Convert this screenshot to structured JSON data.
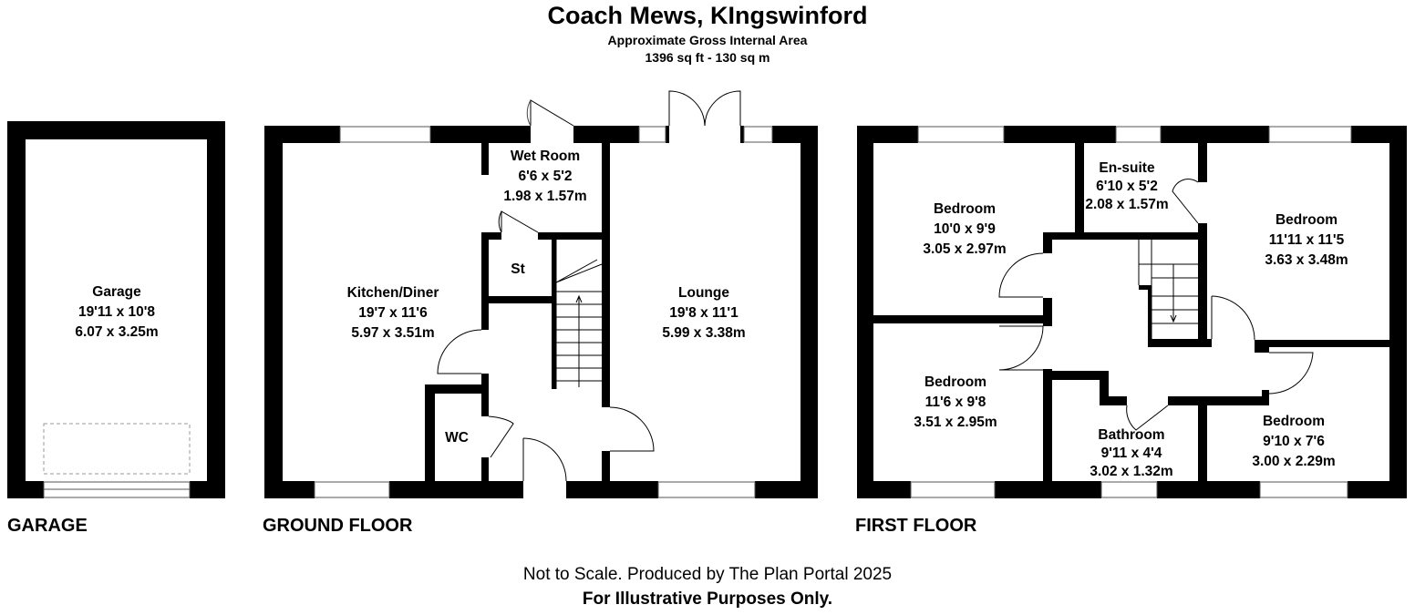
{
  "header": {
    "title": "Coach Mews, KIngswinford",
    "subtitle": "Approximate Gross Internal Area",
    "area": "1396 sq ft - 130 sq m"
  },
  "floors": {
    "garage": "GARAGE",
    "ground": "GROUND FLOOR",
    "first": "FIRST FLOOR"
  },
  "rooms": {
    "garage": {
      "name": "Garage",
      "imperial": "19'11 x 10'8",
      "metric": "6.07 x 3.25m"
    },
    "kitchen": {
      "name": "Kitchen/Diner",
      "imperial": "19'7 x 11'6",
      "metric": "5.97 x 3.51m"
    },
    "wetroom": {
      "name": "Wet Room",
      "imperial": "6'6 x 5'2",
      "metric": "1.98 x 1.57m"
    },
    "store": {
      "name": "St"
    },
    "wc": {
      "name": "WC"
    },
    "lounge": {
      "name": "Lounge",
      "imperial": "19'8 x 11'1",
      "metric": "5.99 x 3.38m"
    },
    "bedroom1": {
      "name": "Bedroom",
      "imperial": "10'0 x 9'9",
      "metric": "3.05 x 2.97m"
    },
    "ensuite": {
      "name": "En-suite",
      "imperial": "6'10 x 5'2",
      "metric": "2.08 x 1.57m"
    },
    "bedroom2": {
      "name": "Bedroom",
      "imperial": "11'11 x 11'5",
      "metric": "3.63 x 3.48m"
    },
    "bedroom3": {
      "name": "Bedroom",
      "imperial": "11'6 x 9'8",
      "metric": "3.51 x 2.95m"
    },
    "bathroom": {
      "name": "Bathroom",
      "imperial": "9'11 x 4'4",
      "metric": "3.02 x 1.32m"
    },
    "bedroom4": {
      "name": "Bedroom",
      "imperial": "9'10 x 7'6",
      "metric": "3.00 x 2.29m"
    }
  },
  "footer": {
    "line1": "Not to Scale. Produced by The Plan Portal 2025",
    "line2": "For Illustrative Purposes Only."
  }
}
